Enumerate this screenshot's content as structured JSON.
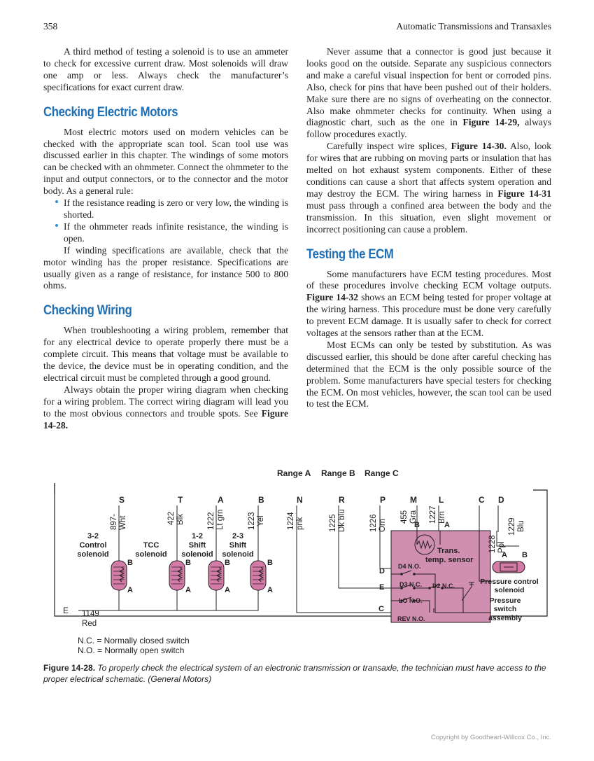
{
  "header": {
    "page_number": "358",
    "running_title": "Automatic Transmissions and Transaxles"
  },
  "left_column": {
    "p_intro": "A third method of testing a solenoid is to use an ammeter to check for excessive current draw. Most solenoids will draw one amp or less. Always check the manufacturer’s specifications for exact current draw.",
    "h_motors": "Checking Electric Motors",
    "p_motors": "Most electric motors used on modern vehicles can be checked with the appropriate scan tool. Scan tool use was discussed earlier in this chapter. The windings of some motors can be checked with an ohmmeter. Connect the ohmmeter to the input and output connectors, or to the connector and the motor body. As a general rule:",
    "bullet_1": "If the resistance reading is zero or very low, the winding is shorted.",
    "bullet_2": "If the ohmmeter reads infinite resistance, the winding is open.",
    "p_specs": "If winding specifications are available, check that the motor winding has the proper resistance. Specifications are usually given as a range of resistance, for instance 500 to 800 ohms.",
    "h_wiring": "Checking Wiring",
    "p_wiring_1": "When troubleshooting a wiring problem, remember that for any electrical device to operate properly there must be a complete circuit. This means that voltage must be available to the device, the device must be in operating condition, and the electrical circuit must be completed through a good ground.",
    "p_wiring_2_text": "Always obtain the proper wiring diagram when checking for a wiring problem. The correct wiring diagram will lead you to the most obvious connectors and trouble spots. See ",
    "p_wiring_2_ref": "Figure 14-28."
  },
  "right_column": {
    "p_connector_a": "Never assume that a connector is good just because it looks good on the outside. Separate any suspicious connectors and make a careful visual inspection for bent or corroded pins. Also, check for pins that have been pushed out of their holders. Make sure there are no signs of overheating on the connector. Also make ohmmeter checks for continuity. When using a diagnostic chart, such as the one in ",
    "p_connector_ref": "Figure 14-29,",
    "p_connector_b": " always follow procedures exactly.",
    "p_splices_a": "Carefully inspect wire splices, ",
    "p_splices_ref1": "Figure 14-30.",
    "p_splices_b": " Also, look for wires that are rubbing on moving parts or insulation that has melted on hot exhaust system components. Either of these conditions can cause a short that affects system operation and may destroy the ECM. The wiring harness in ",
    "p_splices_ref2": "Figure 14-31",
    "p_splices_c": " must pass through a confined area between the body and the transmission. In this situation, even slight movement or incorrect positioning can cause a problem.",
    "h_ecm": "Testing the ECM",
    "p_ecm_a": "Some manufacturers have ECM testing procedures. Most of these procedures involve checking ECM voltage outputs. ",
    "p_ecm_ref": "Figure 14-32",
    "p_ecm_b": " shows an ECM being tested for proper voltage at the wiring harness. This procedure must be done very carefully to prevent ECM damage. It is usually safer to check for correct voltages at the sensors rather than at the ECM.",
    "p_subst": "Most ECMs can only be tested by substitution. As was discussed earlier, this should be done after careful checking has determined that the ECM is the only possible source of the problem. Some manufacturers have special testers for checking the ECM. On most vehicles, however, the scan tool can be used to test the ECM."
  },
  "figure": {
    "range_labels": [
      "Range A",
      "Range B",
      "Range C"
    ],
    "pins": [
      "S",
      "T",
      "A",
      "B",
      "N",
      "R",
      "P",
      "M",
      "L",
      "C",
      "D"
    ],
    "wires": [
      {
        "num": "897-",
        "color": "Wht"
      },
      {
        "num": "422",
        "color": "Blk"
      },
      {
        "num": "1222",
        "color": "Lt grn"
      },
      {
        "num": "1223",
        "color": "Yel"
      },
      {
        "num": "1224",
        "color": "pnk"
      },
      {
        "num": "1225",
        "color": "Dk blu"
      },
      {
        "num": "1226",
        "color": "Orn"
      },
      {
        "num": "455",
        "color": "Gra"
      },
      {
        "num": "1227",
        "color": "Brn"
      },
      {
        "num": "1228",
        "color": "Ppl"
      },
      {
        "num": "1229",
        "color": "Blu"
      }
    ],
    "solenoids": [
      {
        "line1": "3-2",
        "line2": "Control",
        "line3": "solenoid"
      },
      {
        "line1": "",
        "line2": "TCC",
        "line3": "solenoid"
      },
      {
        "line1": "1-2",
        "line2": "Shift",
        "line3": "solenoid"
      },
      {
        "line1": "2-3",
        "line2": "Shift",
        "line3": "solenoid"
      }
    ],
    "terminal_b": "B",
    "terminal_a": "A",
    "ground_pin": "E",
    "ground_wire_num": "1149",
    "ground_wire_color": "Red",
    "sensor_line1": "Trans.",
    "sensor_line2": "temp. sensor",
    "switches": [
      "D4 N.O.",
      "D3 N.C.",
      "D2 N.C.",
      "LO N.O.",
      "REV N.O."
    ],
    "switch_pins": [
      "D",
      "E",
      "C"
    ],
    "pcs_line1": "Pressure control",
    "pcs_line2": "solenoid",
    "psa_line1": "Pressure",
    "psa_line2": "switch",
    "psa_line3": "assembly",
    "legend_nc": "N.C. = Normally closed switch",
    "legend_no": "N.O. = Normally open switch",
    "caption_label": "Figure 14-28.",
    "caption_text": " To properly check the electrical system of an electronic transmission or transaxle, the technician must have access to the proper electrical schematic. (General Motors)",
    "colors": {
      "switch_box": "#d08eb0",
      "solenoid": "#d17ba6",
      "heading": "#1f6fb5"
    }
  },
  "footer": {
    "copyright": "Copyright by Goodheart-Willcox Co., Inc."
  }
}
